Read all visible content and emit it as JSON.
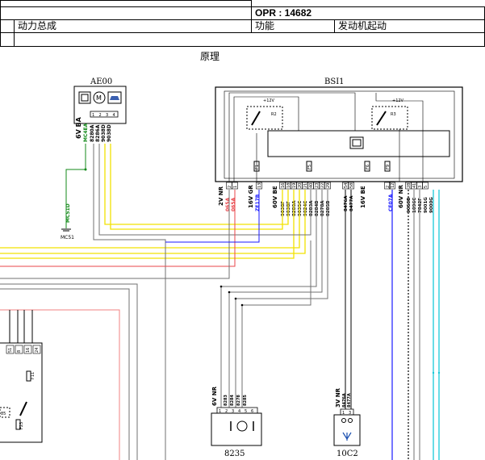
{
  "header": {
    "opr": "OPR : 14682",
    "system": "动力总成",
    "function_label": "功能",
    "function_value": "发动机起动",
    "section_title": "原理"
  },
  "ae00": {
    "name": "AE00",
    "connector": "6V BA",
    "pins": [
      "1",
      "2",
      "3",
      "4"
    ],
    "wires": [
      "MC4EA",
      "8280A",
      "8286A",
      "9038D",
      "9038D"
    ]
  },
  "bsi1": {
    "name": "BSI1",
    "relay_left": "R2",
    "relay_right": "R3",
    "supply": "+12V",
    "fuses": [
      "F1",
      "F5",
      "F6",
      "F9"
    ],
    "connectors": [
      {
        "label": "2V NR",
        "pins": [
          "2",
          "1"
        ],
        "wires": [
          "065A",
          "065A"
        ],
        "color": "red"
      },
      {
        "label": "16V GR",
        "pins": [
          "13"
        ],
        "wires": [
          "ZE17B"
        ],
        "color": "blue"
      },
      {
        "label": "60V BE",
        "pins": [
          "16",
          "18",
          "19",
          "20",
          "21",
          "40",
          "23",
          "22",
          "29"
        ],
        "wires": [
          "9038F",
          "9038F",
          "8280A",
          "9035C",
          "9024C",
          "8283A",
          "8284B",
          "8278A",
          "8285B"
        ],
        "color": "black"
      },
      {
        "label": "",
        "pins": [
          "54",
          "58"
        ],
        "wires": [
          "8476A",
          "8477A"
        ],
        "color": "black"
      },
      {
        "label": "16V BE",
        "pins": [
          "2",
          "12"
        ],
        "wires": [
          "CE07A"
        ],
        "color": "blue"
      },
      {
        "label": "60V NR",
        "pins": [
          "28",
          "41",
          "3",
          "5"
        ],
        "wires": [
          "9053B",
          "1096C",
          "7842F",
          "9001G",
          "9000G"
        ],
        "color": "black"
      }
    ]
  },
  "mc51": {
    "label": "MC51",
    "wire": "MC51D"
  },
  "c8235": {
    "name": "8235",
    "connector": "6V NR",
    "pins": [
      "1",
      "2",
      "3",
      "4",
      "5",
      "6"
    ],
    "wires": [
      "8283",
      "8284",
      "8278",
      "8285"
    ]
  },
  "c10c2": {
    "name": "10C2",
    "connector": "3V NR",
    "pins": [
      "1",
      "3"
    ],
    "wires": [
      "8476A",
      "8477A"
    ]
  },
  "left_component": {
    "pins": [
      "51",
      "8",
      "16",
      "24"
    ],
    "labels": [
      "F11",
      "85",
      "F23"
    ]
  },
  "colors": {
    "yellow": "#f2e200",
    "red": "#e8454a",
    "blue": "#1a1aff",
    "green": "#138a1a",
    "cyan": "#18c8d8",
    "gray": "#707070",
    "pink": "#f08080"
  }
}
